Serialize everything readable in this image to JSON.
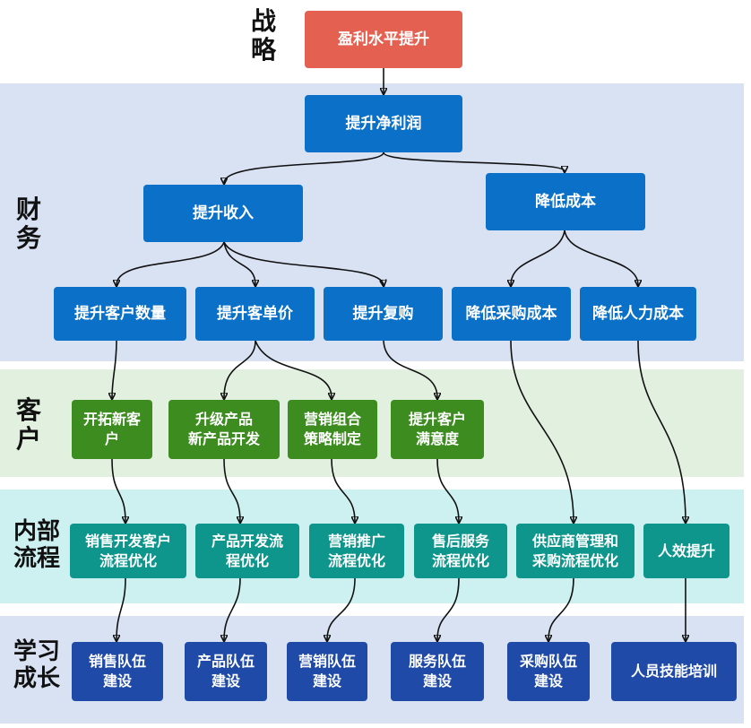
{
  "labels": {
    "strategy": "战\n略",
    "finance": "财\n务",
    "customer": "客\n户",
    "process": "内部\n流程",
    "learning": "学习\n成长"
  },
  "nodes": {
    "goal": "盈利水平提升",
    "net_profit": "提升净利润",
    "raise_revenue": "提升收入",
    "lower_cost": "降低成本",
    "cust_count": "提升客户数量",
    "unit_price": "提升客单价",
    "repurchase": "提升复购",
    "purchase_cost": "降低采购成本",
    "labor_cost": "降低人力成本",
    "new_cust": "开拓新客\n户",
    "upgrade_prod": "升级产品\n新产品开发",
    "mkt_combo": "营销组合\n策略制定",
    "satisfaction": "提升客户\n满意度",
    "sales_proc": "销售开发客户\n流程优化",
    "prod_proc": "产品开发流\n程优化",
    "promo_proc": "营销推广\n流程优化",
    "service_proc": "售后服务\n流程优化",
    "supply_proc": "供应商管理和\n采购流程优化",
    "efficiency": "人效提升",
    "sales_team": "销售队伍\n建设",
    "prod_team": "产品队伍\n建设",
    "mkt_team": "营销队伍\n建设",
    "service_team": "服务队伍\n建设",
    "purchase_team": "采购队伍\n建设",
    "skills_training": "人员技能培训"
  }
}
